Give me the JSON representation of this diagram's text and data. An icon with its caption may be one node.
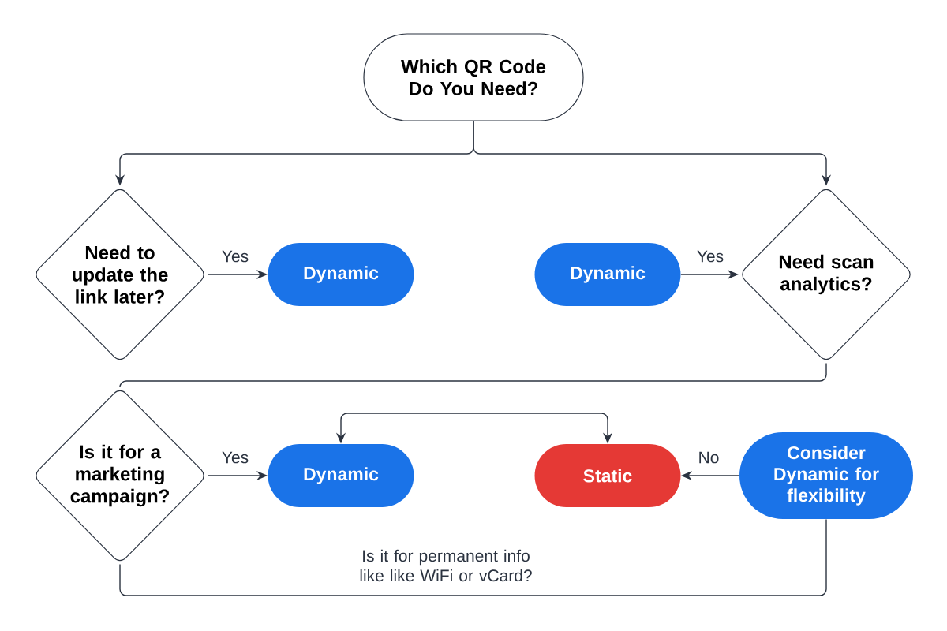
{
  "diagram": {
    "nodes": [
      {
        "text": [
          "Which QR Code Do You Need?"
        ]
      },
      {
        "text": [
          "Need to update the link later?"
        ]
      },
      {
        "text": [
          "Dynamic"
        ]
      },
      {
        "text": [
          "Dynamic"
        ]
      },
      {
        "text": [
          "Need scan analytics?"
        ]
      },
      {
        "text": [
          "Is it for a marketing campaign?"
        ]
      },
      {
        "text": [
          "Dynamic"
        ]
      },
      {
        "text": [
          "Static"
        ]
      },
      {
        "text": [
          "Consider Dynamic for flexibility"
        ]
      }
    ],
    "edges": [
      {
        "from": 0,
        "to": 1,
        "arrow": "to"
      },
      {
        "from": 0,
        "to": 4,
        "arrow": "to"
      },
      {
        "from": 1,
        "to": 2,
        "arrow": "to",
        "label": "Yes"
      },
      {
        "from": 3,
        "to": 4,
        "arrow": "to",
        "label": "Yes"
      },
      {
        "from": 4,
        "to": 5,
        "arrow": "none"
      },
      {
        "from": 5,
        "to": 6,
        "arrow": "to",
        "label": "Yes"
      },
      {
        "from": 6,
        "to": 7,
        "arrow": "both"
      },
      {
        "from": 8,
        "to": 7,
        "arrow": "to",
        "label": "No"
      },
      {
        "from": 5,
        "to": 8,
        "arrow": "none"
      }
    ],
    "labels": [
      "Is it for permanent info like like WiFi or vCard?"
    ]
  }
}
